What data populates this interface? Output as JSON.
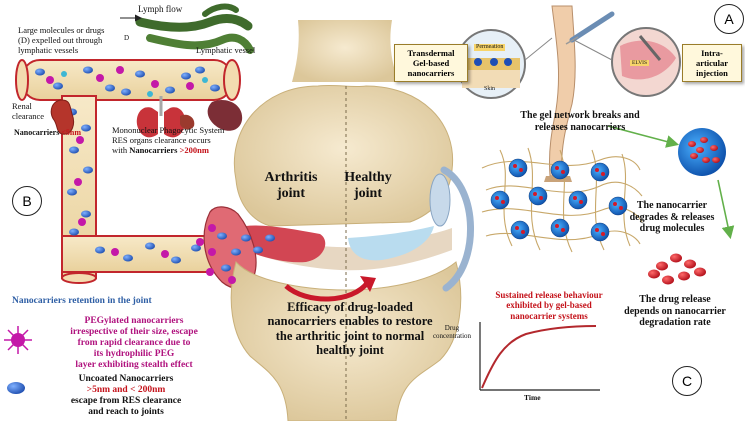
{
  "panel_labels": {
    "a": "A",
    "b": "B",
    "c": "C"
  },
  "lymph": {
    "lymph_flow": "Lymph flow",
    "large_molecules": "Large molecules or drugs",
    "expelled": "(D) expelled out through",
    "lymphatic_vessels": "lymphatic vessels",
    "lymphatic_vessel": "Lymphatic vessel",
    "d_label": "D"
  },
  "clearance": {
    "renal_1": "Renal",
    "renal_2": "clearance",
    "nano_lt_label": "Nanocarriers",
    "nano_lt_value": "<5nm",
    "mps_line1": "Mononuclear Phagocytic System",
    "mps_line2": "RES organs clearance occurs",
    "mps_with": "with",
    "nano_gt_label": "Nanocarriers",
    "nano_gt_value": ">200nm"
  },
  "joint": {
    "arthritis_1": "Arthritis",
    "arthritis_2": "joint",
    "healthy_1": "Healthy",
    "healthy_2": "joint",
    "efficacy_1": "Efficacy of drug-loaded",
    "efficacy_2": "nanocarriers enables to restore",
    "efficacy_3": "the arthritic joint to normal",
    "efficacy_4": "healthy joint"
  },
  "retention": {
    "heading": "Nanocarriers retention in the joint",
    "peg_1": "PEGylated nanocarriers",
    "peg_2": "irrespective of  their size, escape",
    "peg_3": "from rapid clearance due to",
    "peg_4": "its hydrophilic PEG",
    "peg_5": "layer exhibiting stealth effect",
    "uncoated_1": "Uncoated Nanocarriers",
    "uncoated_2": ">5nm and < 200nm",
    "uncoated_3": "escape from RES clearance",
    "uncoated_4": "and reach to joints"
  },
  "delivery": {
    "transdermal_1": "Transdermal",
    "transdermal_2": "Gel-based",
    "transdermal_3": "nanocarriers",
    "permeation": "Permeation",
    "skin": "Skin",
    "elvis": "ELVIS",
    "intra_1": "Intra-",
    "intra_2": "articular",
    "intra_3": "injection"
  },
  "gel": {
    "breaks_1": "The gel network breaks and",
    "breaks_2": "releases nanocarriers",
    "degrades_1": "The nanocarrier",
    "degrades_2": "degrades & releases",
    "degrades_3": "drug molecules",
    "release_1": "The drug release",
    "release_2": "depends on nanocarrier",
    "release_3": "degradation rate"
  },
  "release_chart": {
    "title_1": "Sustained release behaviour",
    "title_2": "exhibited by gel-based",
    "title_3": "nanocarrier systems",
    "ylabel_1": "Drug",
    "ylabel_2": "concentration",
    "xlabel": "Time"
  },
  "colors": {
    "nanocarrier_blue": "#2f6fd6",
    "peg_magenta": "#c418a8",
    "drug_red": "#d21a2a",
    "release_curve": "#b3282d",
    "bone": "#ecdcb6",
    "green_arrow": "#62b04a"
  }
}
